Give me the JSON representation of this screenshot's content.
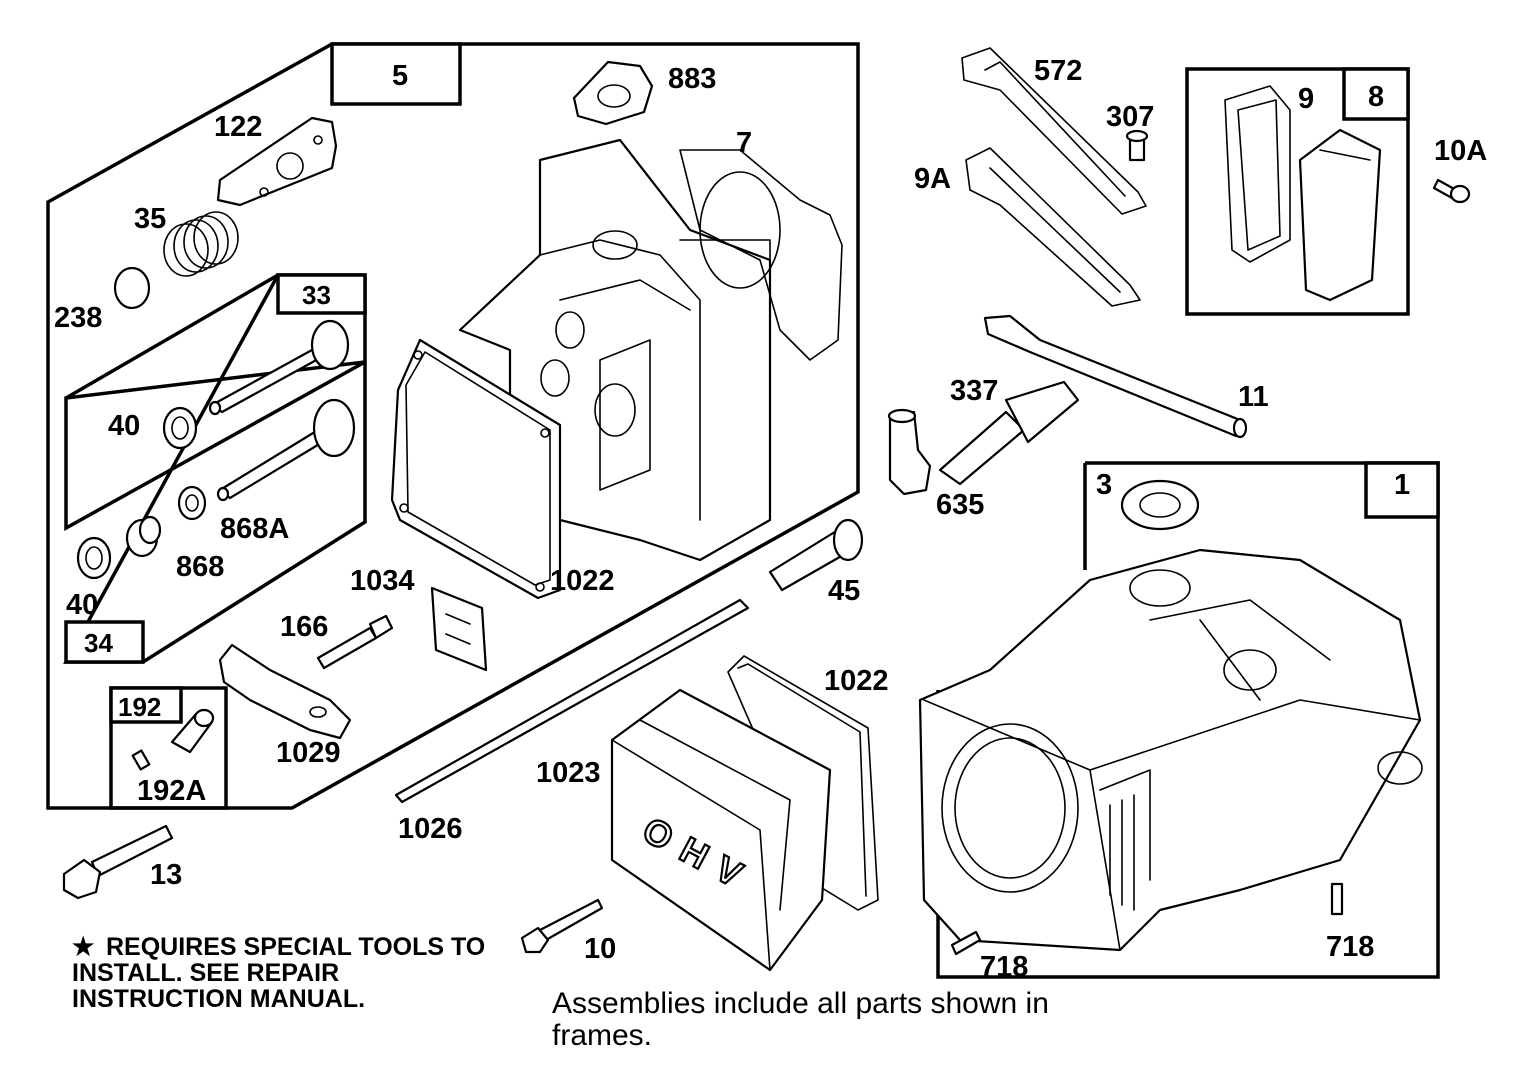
{
  "labels": {
    "l5": "5",
    "l883": "883",
    "l122": "122",
    "l7": "7",
    "l35": "35",
    "l238": "238",
    "l33": "33",
    "l40a": "40",
    "l868a": "868A",
    "l868": "868",
    "l40b": "40",
    "l34": "34",
    "l1034": "1034",
    "l1022a": "1022",
    "l166": "166",
    "l1029": "1029",
    "l192": "192",
    "l192a": "192A",
    "l13": "13",
    "l572": "572",
    "l307": "307",
    "l9a": "9A",
    "l9": "9",
    "l8": "8",
    "l10a": "10A",
    "l11": "11",
    "l337": "337",
    "l635": "635",
    "l45": "45",
    "l3": "3",
    "l1": "1",
    "l1022b": "1022",
    "l1023": "1023",
    "l1026": "1026",
    "l10": "10",
    "l718a": "718",
    "l718b": "718",
    "ohv": "OHV"
  },
  "notes": {
    "star": "★",
    "special_tools": "REQUIRES SPECIAL TOOLS TO INSTALL.  SEE REPAIR INSTRUCTION MANUAL.",
    "assemblies": "Assemblies include all parts shown in frames."
  },
  "colors": {
    "ink": "#000000",
    "paper": "#ffffff"
  }
}
